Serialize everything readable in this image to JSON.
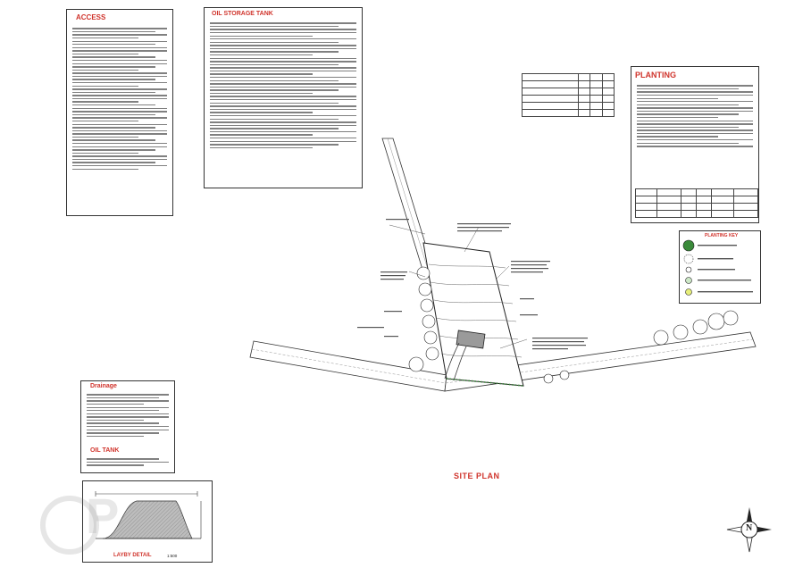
{
  "panels": {
    "access": {
      "title": "ACCESS"
    },
    "oil_storage": {
      "title": "OIL STORAGE TANK"
    },
    "planting": {
      "title": "PLANTING"
    },
    "planting_key": {
      "title": "PLANTING KEY"
    },
    "drainage": {
      "title": "Drainage"
    },
    "oil_tank": {
      "title": "OIL TANK"
    },
    "laybay": {
      "title": "LAYBY DETAIL",
      "scale": "1:500"
    }
  },
  "site_plan": {
    "title": "SITE PLAN"
  },
  "compass": {
    "label": "N"
  },
  "colors": {
    "accent": "#d0342c",
    "ink": "#333333",
    "key_green": "#3a8a3a"
  },
  "watermark": {
    "text": "P"
  }
}
